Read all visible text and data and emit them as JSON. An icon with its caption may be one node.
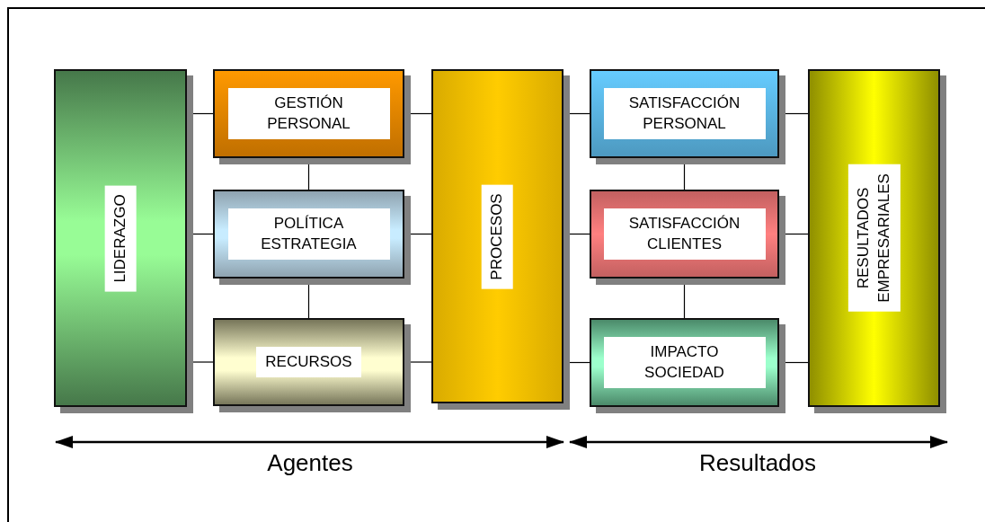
{
  "diagram": {
    "nodes": [
      {
        "text": [
          "LIDERAZGO"
        ]
      },
      {
        "text": [
          "GESTIÓN PERSONAL"
        ]
      },
      {
        "text": [
          "POLÍTICA ESTRATEGIA"
        ]
      },
      {
        "text": [
          "RECURSOS"
        ]
      },
      {
        "text": [
          "PROCESOS"
        ]
      },
      {
        "text": [
          "SATISFACCIÓN PERSONAL"
        ]
      },
      {
        "text": [
          "SATISFACCIÓN CLIENTES"
        ]
      },
      {
        "text": [
          "IMPACTO SOCIEDAD"
        ]
      },
      {
        "text": [
          "RESULTADOS EMPRESARIALES"
        ]
      }
    ],
    "edges": [
      {
        "from": 0,
        "to": 1,
        "arrow": "none"
      },
      {
        "from": 0,
        "to": 2,
        "arrow": "none"
      },
      {
        "from": 0,
        "to": 3,
        "arrow": "none"
      },
      {
        "from": 1,
        "to": 2,
        "arrow": "none"
      },
      {
        "from": 2,
        "to": 3,
        "arrow": "none"
      },
      {
        "from": 1,
        "to": 4,
        "arrow": "none"
      },
      {
        "from": 2,
        "to": 4,
        "arrow": "none"
      },
      {
        "from": 3,
        "to": 4,
        "arrow": "none"
      },
      {
        "from": 4,
        "to": 5,
        "arrow": "none"
      },
      {
        "from": 4,
        "to": 6,
        "arrow": "none"
      },
      {
        "from": 4,
        "to": 7,
        "arrow": "none"
      },
      {
        "from": 5,
        "to": 6,
        "arrow": "none"
      },
      {
        "from": 6,
        "to": 7,
        "arrow": "none"
      },
      {
        "from": 5,
        "to": 8,
        "arrow": "none"
      },
      {
        "from": 6,
        "to": 8,
        "arrow": "none"
      },
      {
        "from": 7,
        "to": 8,
        "arrow": "none"
      }
    ],
    "labels": [
      "Agentes",
      "Resultados"
    ]
  }
}
